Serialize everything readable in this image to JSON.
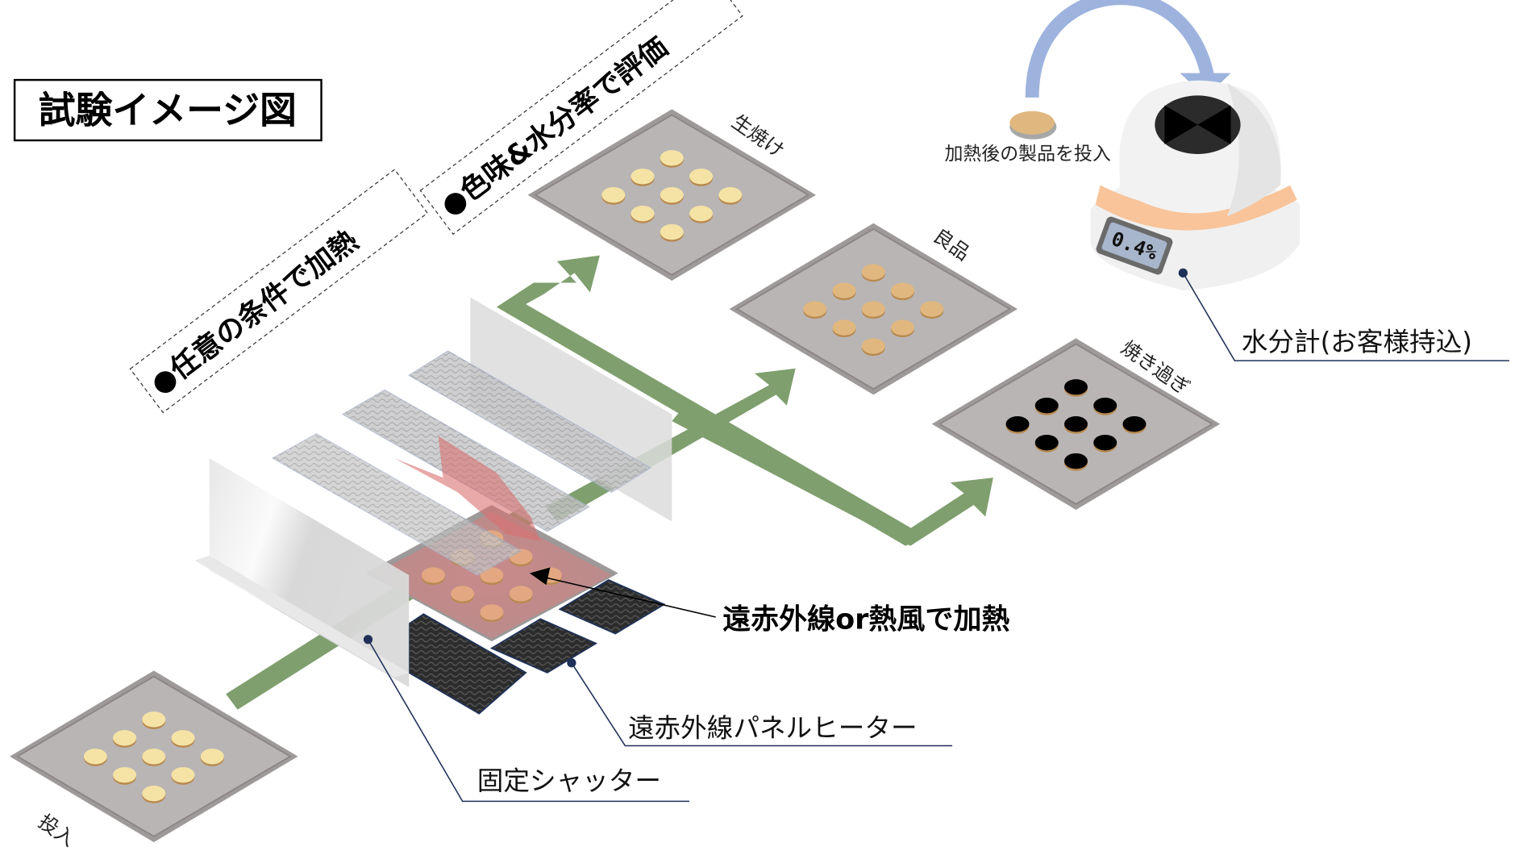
{
  "title": "試験イメージ図",
  "callouts": {
    "heat_condition": "●任意の条件で加熱",
    "evaluate": "●色味&水分率で評価"
  },
  "trays": {
    "input": {
      "label": "投入",
      "cookie_state": "raw"
    },
    "underbaked": {
      "label": "生焼け",
      "cookie_state": "pale"
    },
    "good": {
      "label": "良品",
      "cookie_state": "golden"
    },
    "overbaked": {
      "label": "焼き過ぎ",
      "cookie_state": "burnt"
    }
  },
  "moisture_meter": {
    "label": "水分計(お客様持込)",
    "reading": "0.4%",
    "insert_note": "加熱後の製品を投入"
  },
  "machine": {
    "heating_label": "遠赤外線or熱風で加熱",
    "heater_label": "遠赤外線パネルヒーター",
    "shutter_label": "固定シャッター"
  },
  "colors": {
    "flow_arrow": "#7f9f6e",
    "transfer_arrow": "#9db3de",
    "tray": "#b9b5b5",
    "cookie_pale": "#f5e3a5",
    "cookie_golden": "#e0b77f",
    "cookie_burnt": "#000000",
    "heat": "#d9706f",
    "heater_panel": "#2c2c2c",
    "leader_line": "#1f3158"
  }
}
